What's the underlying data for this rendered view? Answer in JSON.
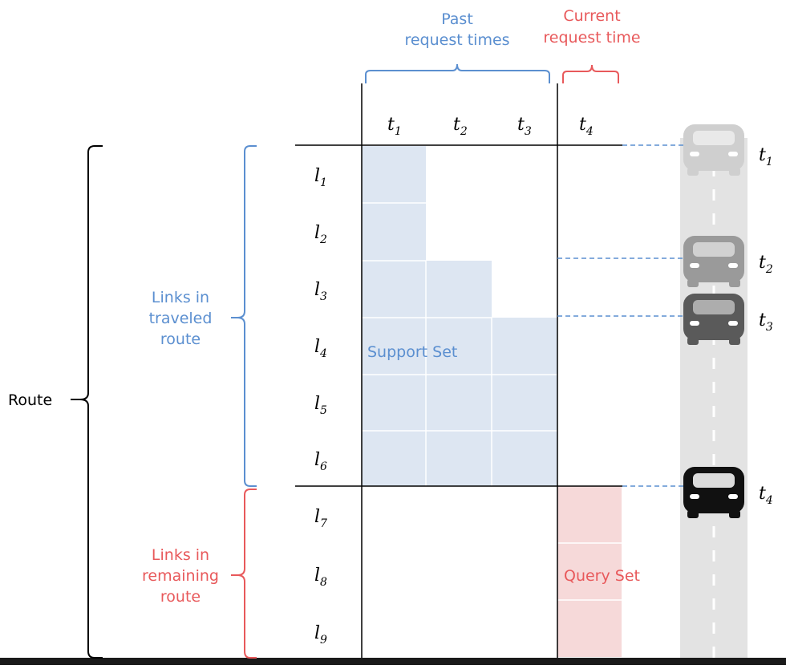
{
  "header": {
    "past_label_line1": "Past",
    "past_label_line2": "request times",
    "current_label_line1": "Current",
    "current_label_line2": "request time"
  },
  "columns": [
    {
      "name": "t",
      "sub": "1"
    },
    {
      "name": "t",
      "sub": "2"
    },
    {
      "name": "t",
      "sub": "3"
    },
    {
      "name": "t",
      "sub": "4"
    }
  ],
  "rows": [
    {
      "name": "l",
      "sub": "1"
    },
    {
      "name": "l",
      "sub": "2"
    },
    {
      "name": "l",
      "sub": "3"
    },
    {
      "name": "l",
      "sub": "4"
    },
    {
      "name": "l",
      "sub": "5"
    },
    {
      "name": "l",
      "sub": "6"
    },
    {
      "name": "l",
      "sub": "7"
    },
    {
      "name": "l",
      "sub": "8"
    },
    {
      "name": "l",
      "sub": "9"
    }
  ],
  "labels": {
    "route": "Route",
    "traveled_line1": "Links in",
    "traveled_line2": "traveled",
    "traveled_line3": "route",
    "remaining_line1": "Links in",
    "remaining_line2": "remaining",
    "remaining_line3": "route",
    "support_set": "Support Set",
    "query_set": "Query Set"
  },
  "cars": [
    {
      "name": "t",
      "sub": "1",
      "shade": "#cfcfcf"
    },
    {
      "name": "t",
      "sub": "2",
      "shade": "#9a9a9a"
    },
    {
      "name": "t",
      "sub": "3",
      "shade": "#5a5a5a"
    },
    {
      "name": "t",
      "sub": "4",
      "shade": "#111111"
    }
  ],
  "colors": {
    "blue": "#5b8fd0",
    "red": "#e8595b",
    "support_fill": "#dde6f2",
    "query_fill": "#f6d9d9",
    "road": "#e3e3e3",
    "line": "#000000"
  }
}
